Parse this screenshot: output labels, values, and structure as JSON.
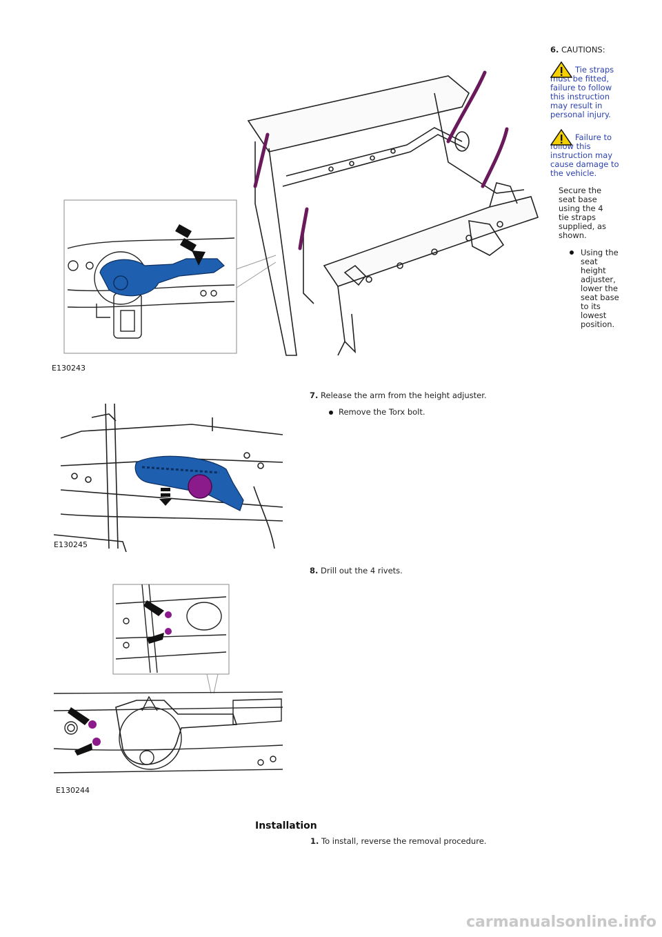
{
  "step6": {
    "num": "6.",
    "label": "CAUTIONS:",
    "caution1": "Tie straps must be fitted, failure to follow this instruction may result in personal injury.",
    "caution2": "Failure to follow this instruction may cause damage to the vehicle.",
    "body": "Secure the seat base using the 4 tie straps supplied, as shown.",
    "bullet": "Using the seat height adjuster, lower the seat base to its lowest position.",
    "figure": "E130243"
  },
  "step7": {
    "num": "7.",
    "text": "Release the arm from the height adjuster.",
    "bullet": "Remove the Torx bolt.",
    "figure": "E130245"
  },
  "step8": {
    "num": "8.",
    "text": "Drill out the 4 rivets.",
    "figure": "E130244"
  },
  "installation": {
    "heading": "Installation",
    "num": "1.",
    "text": "To install, reverse the removal procedure."
  },
  "watermark": "carmanualsonline.info",
  "colors": {
    "caution": "#2a3fb0",
    "highlight_blue": "#1f5fb0",
    "strap_purple": "#6a1a5a"
  },
  "icons": [
    "warning-triangle-icon",
    "bullet-dot-icon"
  ]
}
